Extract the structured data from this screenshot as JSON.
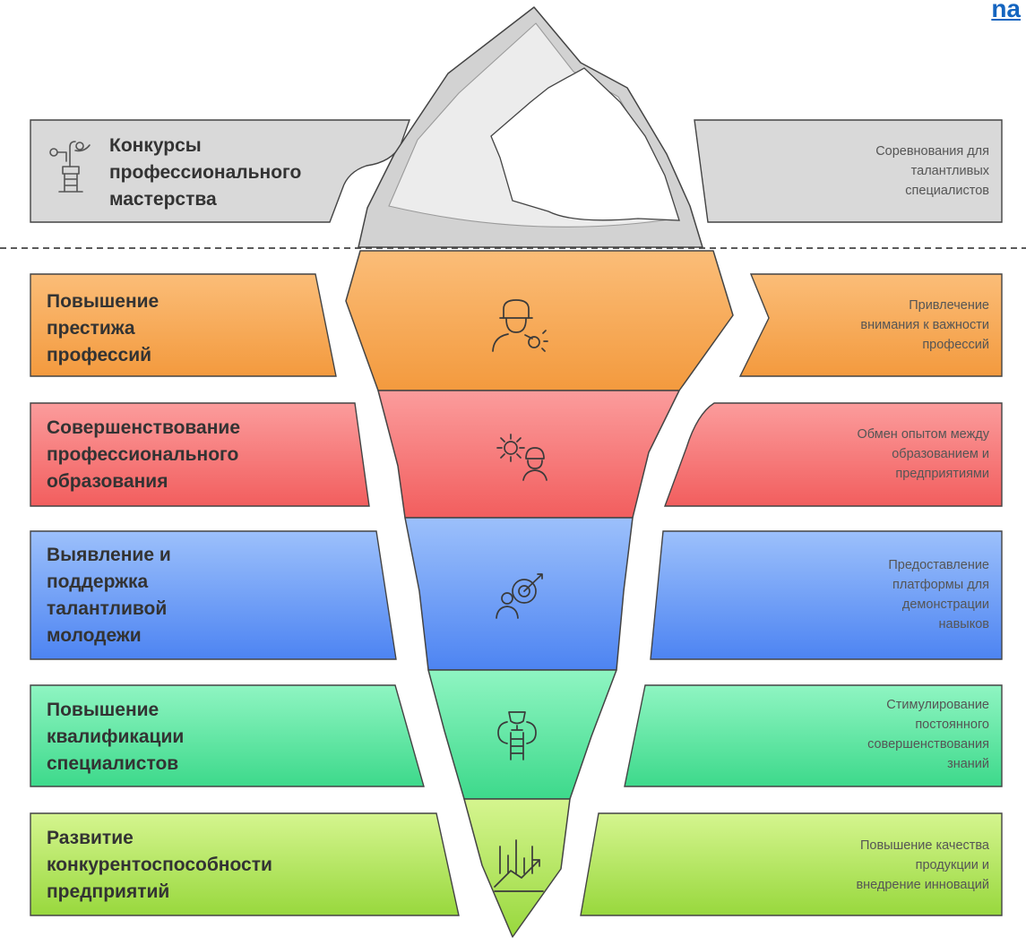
{
  "corner_link": "na",
  "colors": {
    "grey": "#d9d9d9",
    "orange": "#f4a14a",
    "red": "#f25f5f",
    "blue": "#4f86f2",
    "green": "#3fdc8a",
    "lime": "#a8e04a",
    "outline": "#444444"
  },
  "layers": [
    {
      "title": "Конкурсы\nпрофессионального\nмастерства",
      "description": "Соревнования для\nталантливых\nспециалистов",
      "icon": "idea-growth-icon",
      "color": "grey"
    },
    {
      "title": "Повышение\nпрестижа\nпрофессий",
      "description": "Привлечение\nвнимания к важности\nпрофессий",
      "icon": "worker-whistle-icon",
      "color": "orange"
    },
    {
      "title": "Совершенствование\nпрофессионального\nобразования",
      "description": "Обмен опытом между\nобразованием и\nпредприятиями",
      "icon": "gear-worker-icon",
      "color": "red"
    },
    {
      "title": "Выявление и\nподдержка\nталантливой\nмолодежи",
      "description": "Предоставление\nплатформы для\nдемонстрации\nнавыков",
      "icon": "target-person-icon",
      "color": "blue"
    },
    {
      "title": "Повышение\nквалификации\nспециалистов",
      "description": "Стимулирование\nпостоянного\nсовершенствования\nзнаний",
      "icon": "trophy-ladder-icon",
      "color": "green"
    },
    {
      "title": "Развитие\nконкурентоспособности\nпредприятий",
      "description": "Повышение качества\nпродукции и\nвнедрение инноваций",
      "icon": "growth-chart-icon",
      "color": "lime"
    }
  ]
}
